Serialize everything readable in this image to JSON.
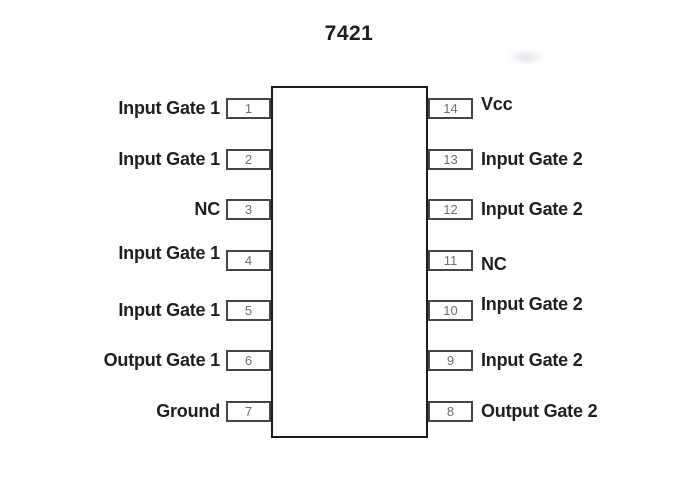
{
  "title": "7421",
  "chip": {
    "left_pins": [
      {
        "number": "1",
        "label": "Input Gate 1"
      },
      {
        "number": "2",
        "label": "Input Gate 1"
      },
      {
        "number": "3",
        "label": "NC"
      },
      {
        "number": "4",
        "label": "Input Gate 1"
      },
      {
        "number": "5",
        "label": "Input Gate 1"
      },
      {
        "number": "6",
        "label": "Output Gate 1"
      },
      {
        "number": "7",
        "label": "Ground"
      }
    ],
    "right_pins": [
      {
        "number": "14",
        "label": "Vcc"
      },
      {
        "number": "13",
        "label": "Input Gate 2"
      },
      {
        "number": "12",
        "label": "Input Gate 2"
      },
      {
        "number": "11",
        "label": "NC"
      },
      {
        "number": "10",
        "label": "Input Gate 2"
      },
      {
        "number": "9",
        "label": "Input Gate 2"
      },
      {
        "number": "8",
        "label": "Output Gate 2"
      }
    ]
  },
  "colors": {
    "background": "#ffffff",
    "label_text": "#1f1f1f",
    "pin_number_text": "#6f6f6f",
    "pin_box_border": "#454545",
    "body_border": "#1c1c1c"
  }
}
